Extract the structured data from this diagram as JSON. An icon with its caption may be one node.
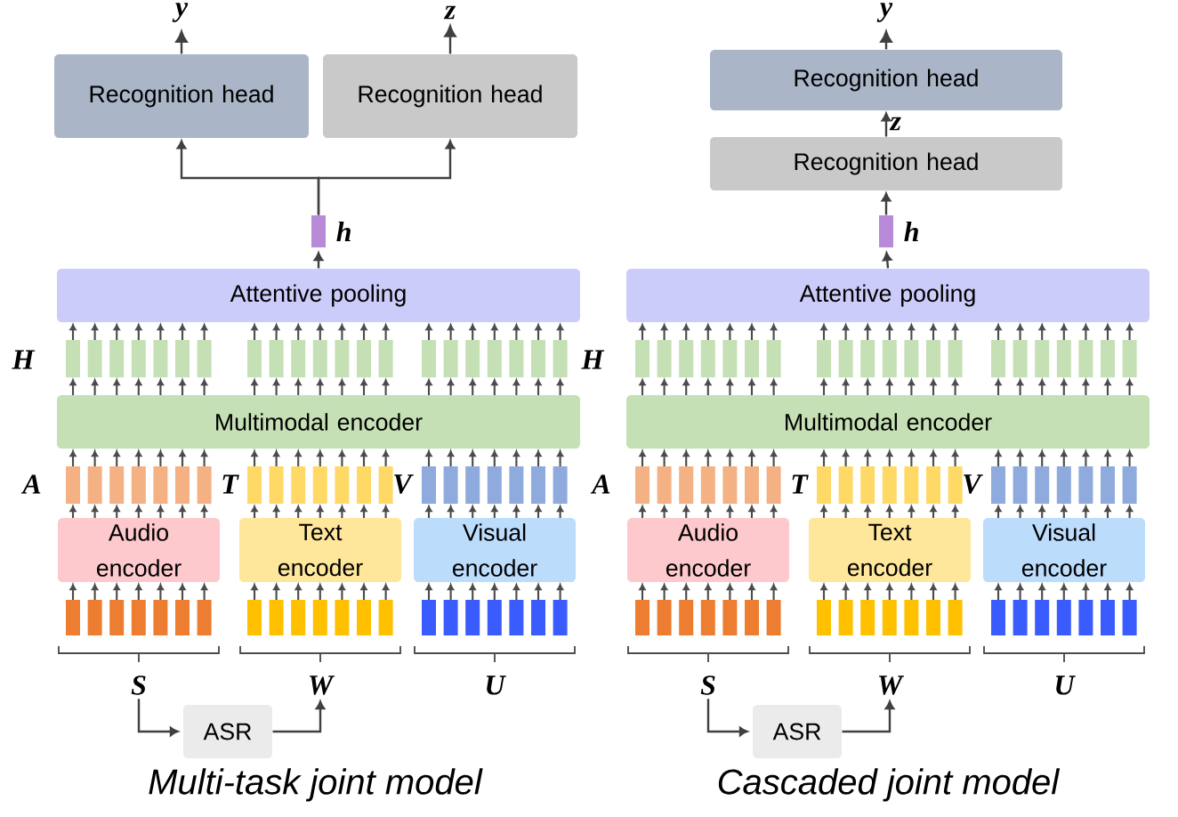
{
  "diagram": {
    "nodes": [
      {
        "text": [
          "y"
        ]
      },
      {
        "text": [
          "z"
        ]
      },
      {
        "text": [
          "Recognition head"
        ]
      },
      {
        "text": [
          "Recognition head"
        ]
      },
      {
        "text": [],
        "shape": "bar",
        "beside": [
          "h"
        ]
      },
      {
        "text": [
          "Attentive pooling"
        ]
      },
      {
        "text": [
          "Multimodal encoder"
        ]
      },
      {
        "text": [
          "Audio encoder"
        ]
      },
      {
        "text": [
          "Text encoder"
        ]
      },
      {
        "text": [
          "Visual encoder"
        ]
      },
      {
        "text": [
          "S"
        ]
      },
      {
        "text": [
          "W"
        ]
      },
      {
        "text": [
          "U"
        ]
      },
      {
        "text": [
          "ASR"
        ]
      },
      {
        "text": [
          "y"
        ]
      },
      {
        "text": [
          "Recognition head"
        ]
      },
      {
        "text": [
          "Recognition head"
        ]
      },
      {
        "text": [],
        "shape": "bar",
        "beside": [
          "h"
        ]
      },
      {
        "text": [
          "Attentive pooling"
        ]
      },
      {
        "text": [
          "Multimodal encoder"
        ]
      },
      {
        "text": [
          "Audio encoder"
        ]
      },
      {
        "text": [
          "Text encoder"
        ]
      },
      {
        "text": [
          "Visual encoder"
        ]
      },
      {
        "text": [
          "S"
        ]
      },
      {
        "text": [
          "W"
        ]
      },
      {
        "text": [
          "U"
        ]
      },
      {
        "text": [
          "ASR"
        ]
      }
    ],
    "edges": [
      {
        "from": 2,
        "to": 0,
        "arrow": "to"
      },
      {
        "from": 3,
        "to": 1,
        "arrow": "to"
      },
      {
        "from": 4,
        "to": 2,
        "arrow": "to"
      },
      {
        "from": 4,
        "to": 3,
        "arrow": "to"
      },
      {
        "from": 5,
        "to": 4,
        "arrow": "to"
      },
      {
        "from": 10,
        "to": 13,
        "arrow": "to"
      },
      {
        "from": 13,
        "to": 11,
        "arrow": "to"
      },
      {
        "from": 15,
        "to": 14,
        "arrow": "to"
      },
      {
        "from": 16,
        "to": 15,
        "arrow": "to",
        "label": "z"
      },
      {
        "from": 17,
        "to": 16,
        "arrow": "to"
      },
      {
        "from": 18,
        "to": 17,
        "arrow": "to"
      },
      {
        "from": 23,
        "to": 26,
        "arrow": "to"
      },
      {
        "from": 26,
        "to": 24,
        "arrow": "to"
      }
    ],
    "labels": [
      "H",
      "A",
      "T",
      "V",
      "H",
      "A",
      "T",
      "V",
      "Multi-task joint model",
      "Cascaded joint model"
    ]
  }
}
